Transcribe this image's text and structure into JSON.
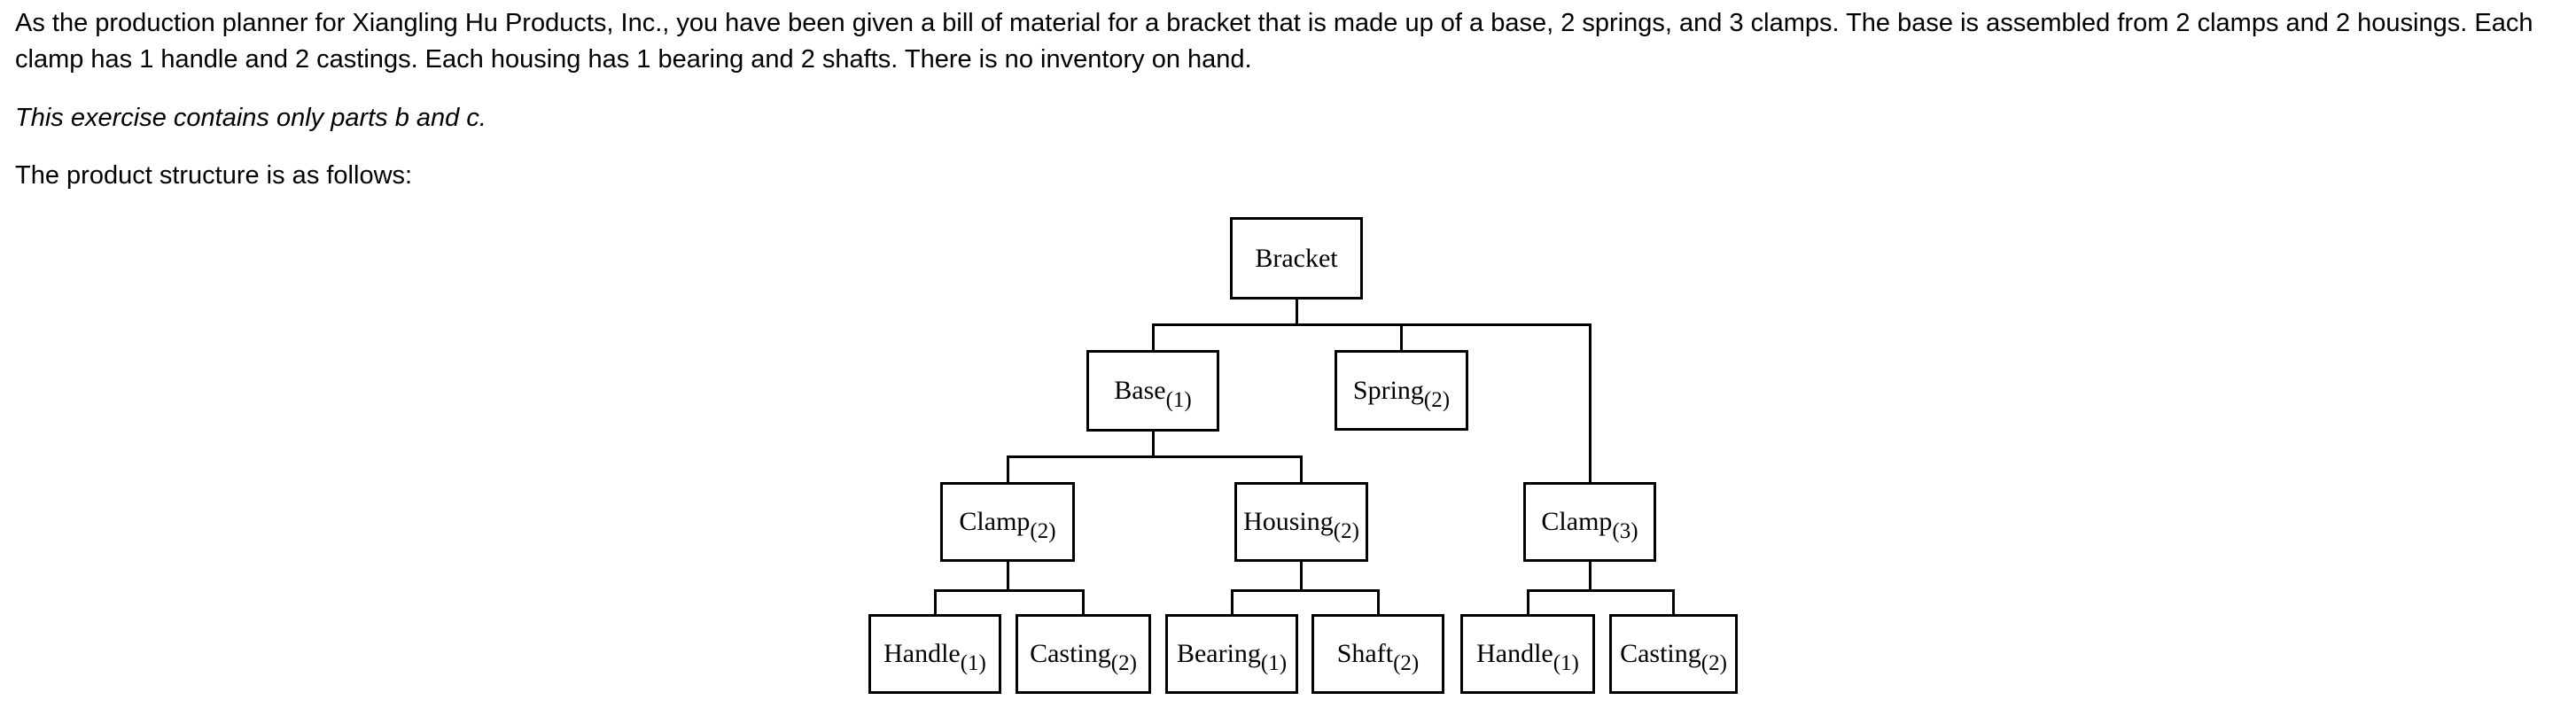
{
  "intro": {
    "paragraph": "As the production planner for Xiangling Hu Products, Inc., you have been given a bill of material for a bracket that is made up of a base, 2 springs, and 3 clamps. The base is assembled from 2 clamps and 2 housings. Each clamp has 1 handle and 2 castings. Each housing has 1 bearing and 2 shafts. There is no inventory on hand.",
    "note": "This exercise contains only parts b and c.",
    "structure_lead": "The product structure is as follows:"
  },
  "diagram": {
    "type": "tree",
    "nodes": {
      "bracket": {
        "label": "Bracket",
        "qty": ""
      },
      "base": {
        "label": "Base",
        "qty": "(1)"
      },
      "spring": {
        "label": "Spring",
        "qty": "(2)"
      },
      "clamp_left": {
        "label": "Clamp",
        "qty": "(2)"
      },
      "housing": {
        "label": "Housing",
        "qty": "(2)"
      },
      "clamp_right": {
        "label": "Clamp",
        "qty": "(3)"
      },
      "handle_left": {
        "label": "Handle",
        "qty": "(1)"
      },
      "casting_left": {
        "label": "Casting",
        "qty": "(2)"
      },
      "bearing": {
        "label": "Bearing",
        "qty": "(1)"
      },
      "shaft": {
        "label": "Shaft",
        "qty": "(2)"
      },
      "handle_right": {
        "label": "Handle",
        "qty": "(1)"
      },
      "casting_right": {
        "label": "Casting",
        "qty": "(2)"
      }
    },
    "edges": [
      {
        "parent": "Bracket",
        "child": "Base",
        "quantity": 1
      },
      {
        "parent": "Bracket",
        "child": "Spring",
        "quantity": 2
      },
      {
        "parent": "Bracket",
        "child": "Clamp",
        "quantity": 3
      },
      {
        "parent": "Base",
        "child": "Clamp",
        "quantity": 2
      },
      {
        "parent": "Base",
        "child": "Housing",
        "quantity": 2
      },
      {
        "parent": "Clamp (2)",
        "child": "Handle",
        "quantity": 1
      },
      {
        "parent": "Clamp (2)",
        "child": "Casting",
        "quantity": 2
      },
      {
        "parent": "Housing",
        "child": "Bearing",
        "quantity": 1
      },
      {
        "parent": "Housing",
        "child": "Shaft",
        "quantity": 2
      },
      {
        "parent": "Clamp (3)",
        "child": "Handle",
        "quantity": 1
      },
      {
        "parent": "Clamp (3)",
        "child": "Casting",
        "quantity": 2
      }
    ]
  }
}
